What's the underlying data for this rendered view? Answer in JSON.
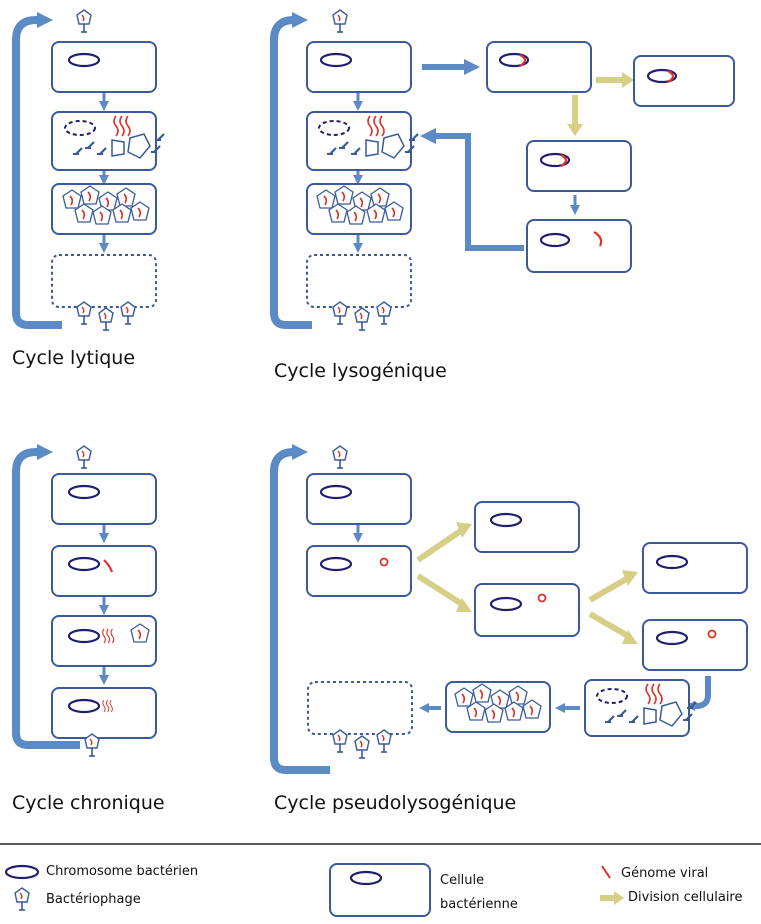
{
  "cycles": {
    "lytic": "Cycle lytique",
    "lysogenic": "Cycle lysogénique",
    "chronic": "Cycle chronique",
    "pseudolysogenic": "Cycle pseudolysogénique"
  },
  "legend": {
    "chromosome": "Chromosome bactérien",
    "phage": "Bactériophage",
    "cell_line1": "Cellule",
    "cell_line2": "bactérienne",
    "genome": "Génome viral",
    "division": "Division cellulaire"
  },
  "colors": {
    "cell_border": "#3a5a9a",
    "blue_arrow": "#5b8ac4",
    "division_arrow": "#d6cf86",
    "genome": "#e0312b",
    "chromosome": "#1f1f6e"
  }
}
